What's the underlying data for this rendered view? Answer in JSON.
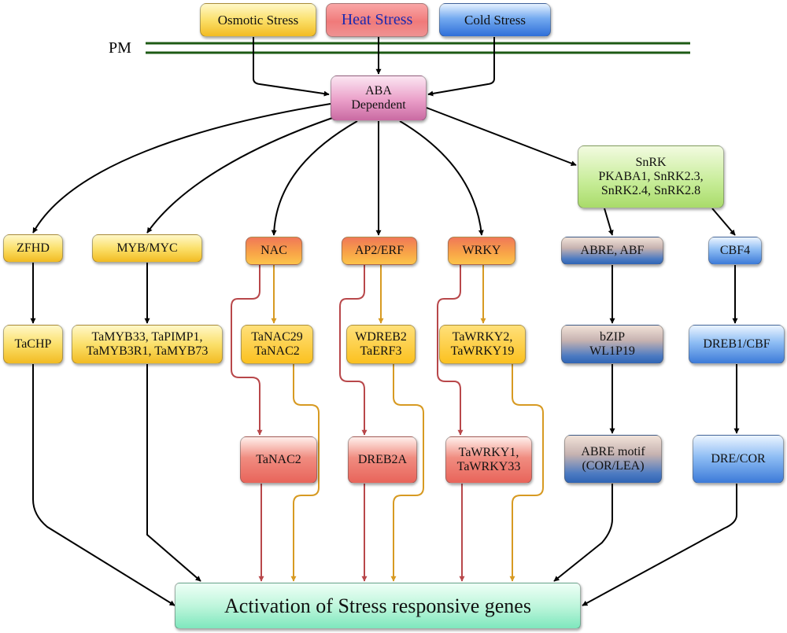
{
  "membrane_label": "PM",
  "nodes": {
    "osmotic": [
      "Osmotic Stress"
    ],
    "heat": [
      "Heat Stress"
    ],
    "cold": [
      "Cold Stress"
    ],
    "aba": [
      "ABA",
      "Dependent"
    ],
    "snrk": [
      "SnRK",
      "PKABA1, SnRK2.3,",
      "SnRK2.4, SnRK2.8"
    ],
    "zfhd": [
      "ZFHD"
    ],
    "mybmyc": [
      "MYB/MYC"
    ],
    "nac": [
      "NAC"
    ],
    "ap2erf": [
      "AP2/ERF"
    ],
    "wrky": [
      "WRKY"
    ],
    "abre_abf": [
      "ABRE, ABF"
    ],
    "cbf4": [
      "CBF4"
    ],
    "tachp": [
      "TaCHP"
    ],
    "tamyb": [
      "TaMYB33, TaPIMP1,",
      "TaMYB3R1, TaMYB73"
    ],
    "tanac29": [
      "TaNAC29",
      "TaNAC2"
    ],
    "wdreb2": [
      "WDREB2",
      "TaERF3"
    ],
    "tawrky2": [
      "TaWRKY2,",
      "TaWRKY19"
    ],
    "bzip": [
      "bZIP",
      "WL1P19"
    ],
    "dreb1": [
      "DREB1/CBF"
    ],
    "tanac2": [
      "TaNAC2"
    ],
    "dreb2a": [
      "DREB2A"
    ],
    "tawrky1": [
      "TaWRKY1,",
      "TaWRKY33"
    ],
    "abre_motif": [
      "ABRE motif",
      "(COR/LEA)"
    ],
    "dre_cor": [
      "DRE/COR"
    ],
    "target": [
      "Activation of Stress responsive genes"
    ]
  },
  "edges": [
    {
      "from": "osmotic",
      "to": "aba",
      "style": "black"
    },
    {
      "from": "heat",
      "to": "aba",
      "style": "black"
    },
    {
      "from": "cold",
      "to": "aba",
      "style": "black"
    },
    {
      "from": "aba",
      "to": "zfhd",
      "style": "black"
    },
    {
      "from": "aba",
      "to": "mybmyc",
      "style": "black"
    },
    {
      "from": "aba",
      "to": "nac",
      "style": "black"
    },
    {
      "from": "aba",
      "to": "ap2erf",
      "style": "black"
    },
    {
      "from": "aba",
      "to": "wrky",
      "style": "black"
    },
    {
      "from": "aba",
      "to": "snrk",
      "style": "black"
    },
    {
      "from": "snrk",
      "to": "abre_abf",
      "style": "black"
    },
    {
      "from": "snrk",
      "to": "cbf4",
      "style": "black"
    },
    {
      "from": "zfhd",
      "to": "tachp",
      "style": "black"
    },
    {
      "from": "mybmyc",
      "to": "tamyb",
      "style": "black"
    },
    {
      "from": "abre_abf",
      "to": "bzip",
      "style": "black"
    },
    {
      "from": "cbf4",
      "to": "dreb1",
      "style": "black"
    },
    {
      "from": "bzip",
      "to": "abre_motif",
      "style": "black"
    },
    {
      "from": "dreb1",
      "to": "dre_cor",
      "style": "black"
    },
    {
      "from": "nac",
      "to": "tanac29",
      "style": "orange"
    },
    {
      "from": "nac",
      "to": "tanac2",
      "style": "red"
    },
    {
      "from": "ap2erf",
      "to": "wdreb2",
      "style": "orange"
    },
    {
      "from": "ap2erf",
      "to": "dreb2a",
      "style": "red"
    },
    {
      "from": "wrky",
      "to": "tawrky2",
      "style": "orange"
    },
    {
      "from": "wrky",
      "to": "tawrky1",
      "style": "red"
    },
    {
      "from": "tachp",
      "to": "target",
      "style": "black"
    },
    {
      "from": "tamyb",
      "to": "target",
      "style": "black"
    },
    {
      "from": "tanac2",
      "to": "target",
      "style": "red"
    },
    {
      "from": "tanac29",
      "to": "target",
      "style": "orange"
    },
    {
      "from": "dreb2a",
      "to": "target",
      "style": "red"
    },
    {
      "from": "wdreb2",
      "to": "target",
      "style": "orange"
    },
    {
      "from": "tawrky1",
      "to": "target",
      "style": "red"
    },
    {
      "from": "tawrky2",
      "to": "target",
      "style": "orange"
    },
    {
      "from": "abre_motif",
      "to": "target",
      "style": "black"
    },
    {
      "from": "dre_cor",
      "to": "target",
      "style": "black"
    }
  ],
  "colors": {
    "black_edge": "#000000",
    "red_edge": "#b8474a",
    "orange_edge": "#d79a22",
    "membrane": "#1d5a14"
  }
}
